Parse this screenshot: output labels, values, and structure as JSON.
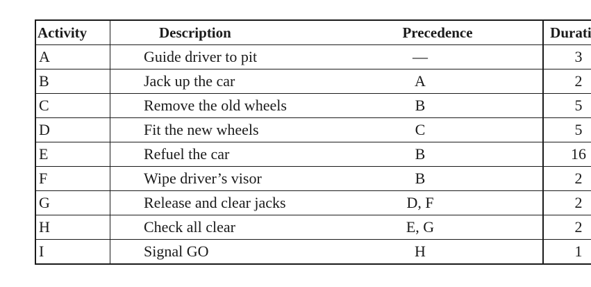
{
  "table": {
    "headers": [
      "Activity",
      "Description",
      "Precedence",
      "Duration"
    ],
    "rows": [
      [
        "A",
        "Guide driver to pit",
        "—",
        "3"
      ],
      [
        "B",
        "Jack up the car",
        "A",
        "2"
      ],
      [
        "C",
        "Remove the old wheels",
        "B",
        "5"
      ],
      [
        "D",
        "Fit the new wheels",
        "C",
        "5"
      ],
      [
        "E",
        "Refuel the car",
        "B",
        "16"
      ],
      [
        "F",
        "Wipe driver’s visor",
        "B",
        "2"
      ],
      [
        "G",
        "Release and clear jacks",
        "D, F",
        "2"
      ],
      [
        "H",
        "Check all clear",
        "E, G",
        "2"
      ],
      [
        "I",
        "Signal GO",
        "H",
        "1"
      ]
    ]
  }
}
